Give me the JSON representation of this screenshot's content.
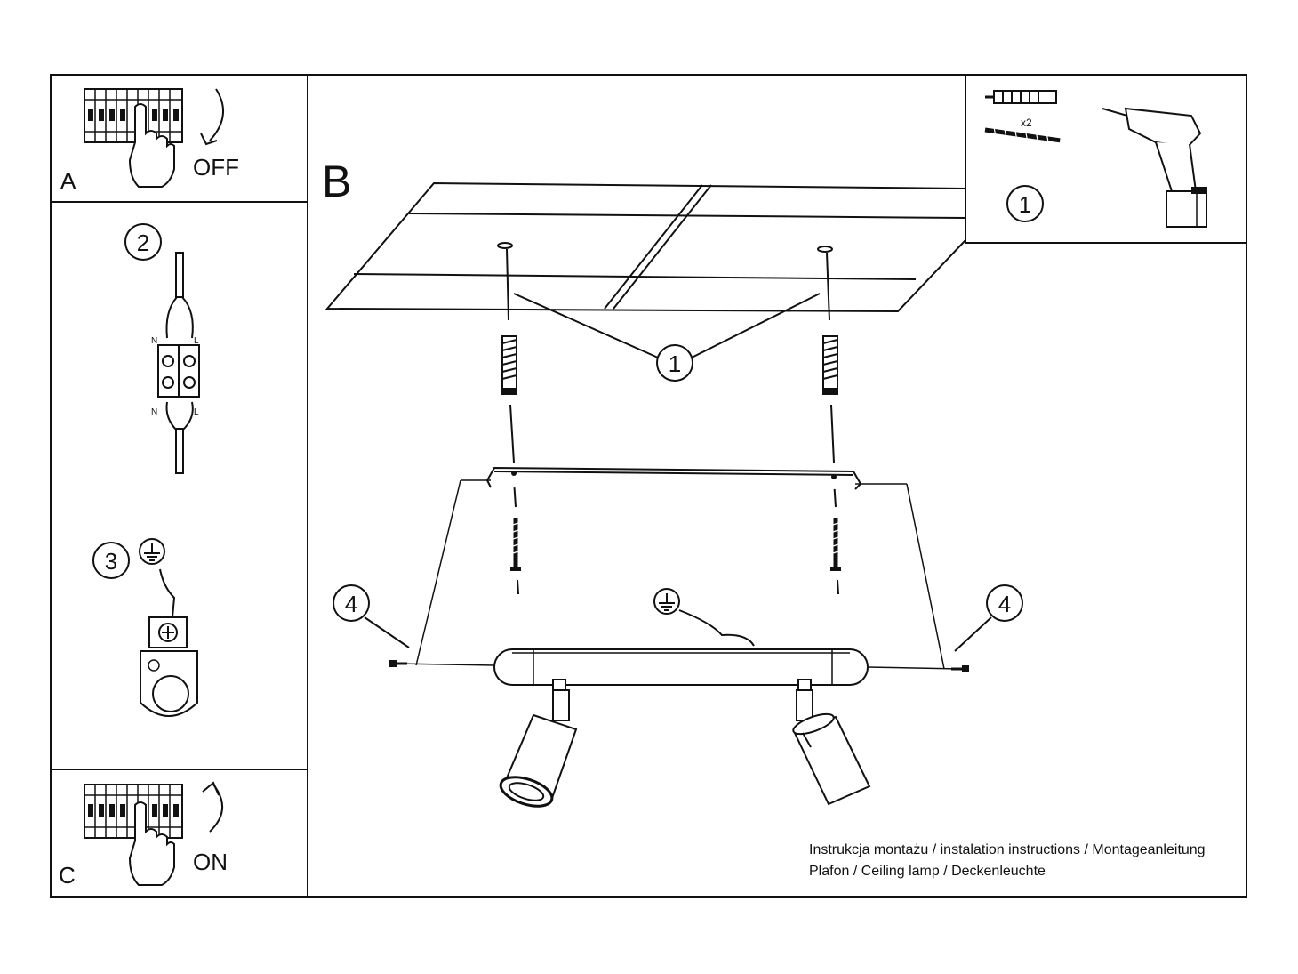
{
  "panels": {
    "a": {
      "letter": "A",
      "switch_text": "OFF"
    },
    "b": {
      "letter": "B"
    },
    "c": {
      "letter": "C",
      "switch_text": "ON"
    }
  },
  "steps": {
    "drill": "1",
    "anchors": "1",
    "wiring": "2",
    "ground": "3",
    "screw_left": "4",
    "screw_right": "4"
  },
  "wire_labels": {
    "n": "N",
    "l": "L"
  },
  "kit": {
    "quantity": "x2"
  },
  "caption": {
    "line1": "Instrukcja montażu / instalation instructions / Montageanleitung",
    "line2": "Plafon / Ceiling lamp / Deckenleuchte"
  },
  "icons": [
    "circuit-breaker-icon",
    "hand-icon",
    "curved-arrow-icon",
    "drill-icon",
    "wall-plug-icon",
    "screw-icon",
    "ground-symbol-icon",
    "terminal-block-icon"
  ]
}
